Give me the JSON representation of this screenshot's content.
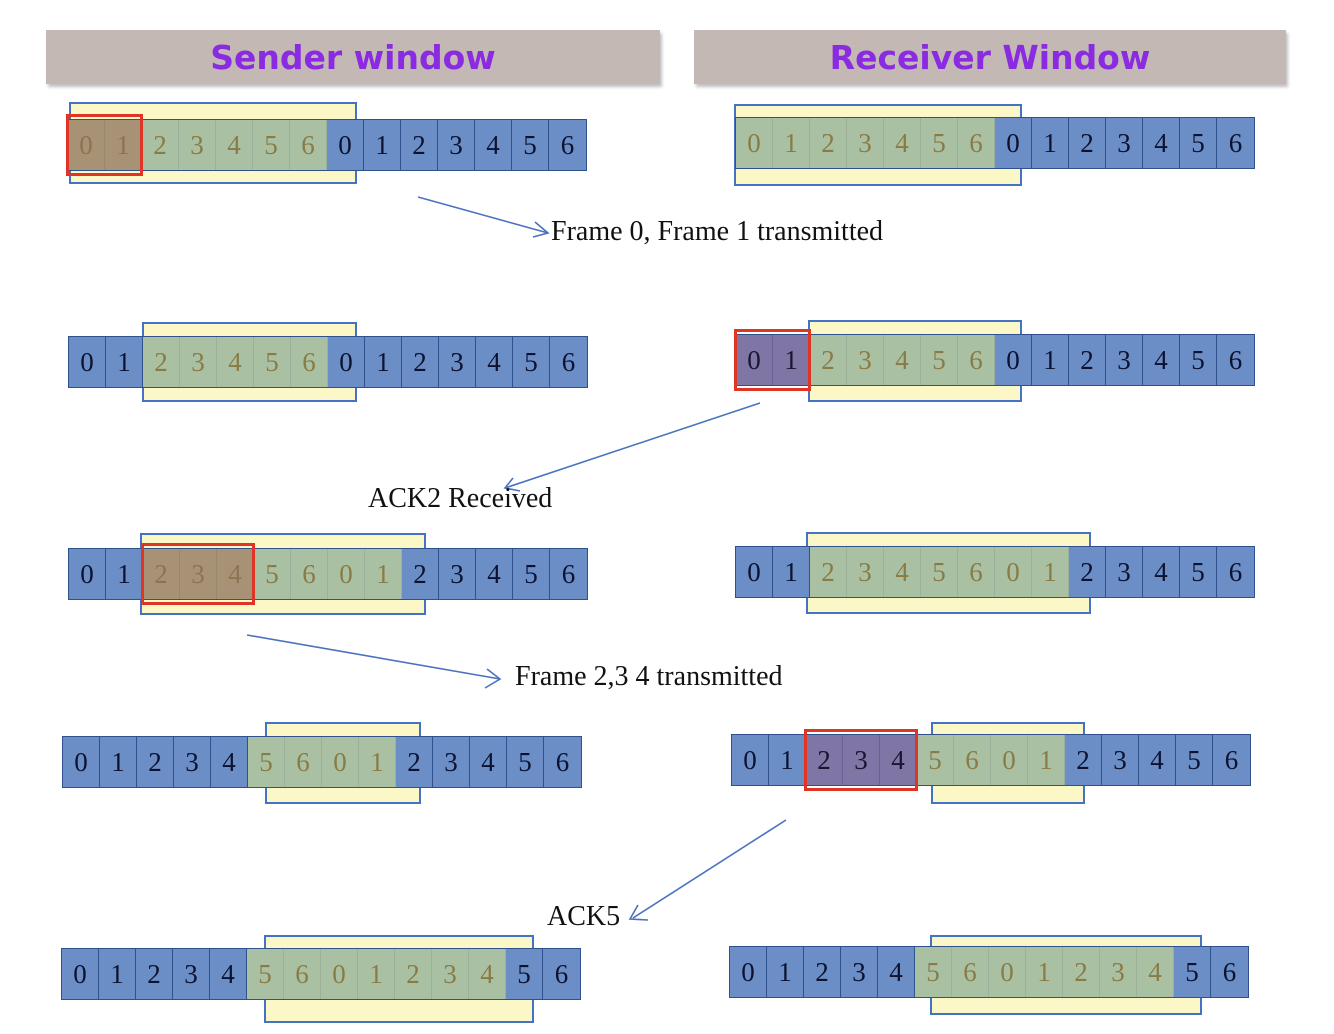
{
  "headers": {
    "sender": "Sender window",
    "receiver": "Receiver Window"
  },
  "sequence": [
    "0",
    "1",
    "2",
    "3",
    "4",
    "5",
    "6",
    "0",
    "1",
    "2",
    "3",
    "4",
    "5",
    "6"
  ],
  "sequence_long": [
    "0",
    "1",
    "2",
    "3",
    "4",
    "5",
    "6",
    "0",
    "1",
    "2",
    "3",
    "4",
    "5",
    "6"
  ],
  "labels": {
    "l1": "Frame 0, Frame 1 transmitted",
    "l2": "ACK2 Received",
    "l3": "Frame 2,3 4 transmitted",
    "l4": "ACK5"
  },
  "colors": {
    "header_bg": "#c4b8b5",
    "header_text": "#8a2be2",
    "cell_blue": "#6b8ec6",
    "window_yellow": "#fbf7c6",
    "window_green": "#a9c1a2",
    "selected_brown": "#a79276",
    "selected_purple": "#7f76a6",
    "highlight_red": "#e03524",
    "arrow_blue": "#4a72c0"
  }
}
